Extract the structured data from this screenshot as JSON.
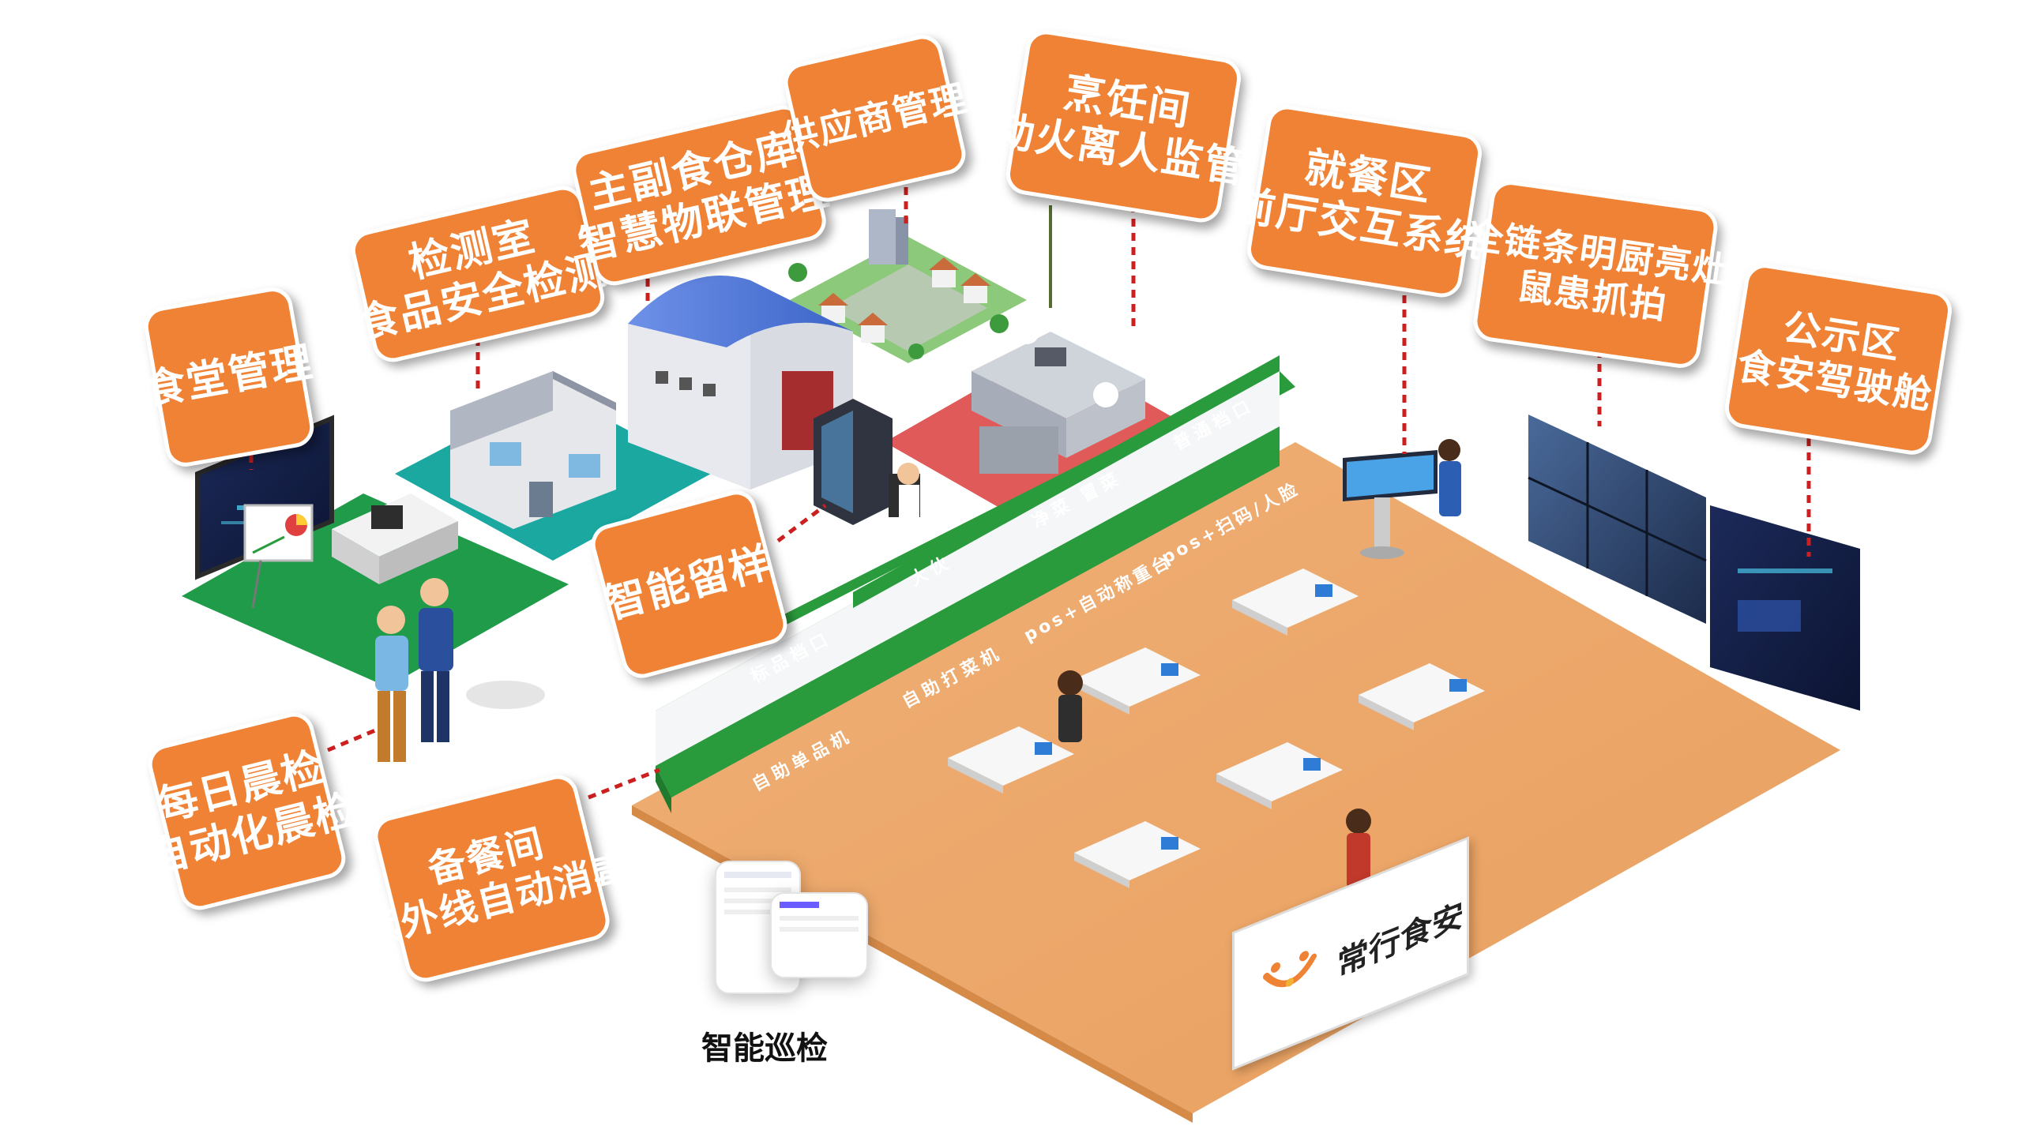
{
  "callouts": {
    "canteen_mgmt": {
      "lines": [
        "食堂管理"
      ]
    },
    "lab": {
      "lines": [
        "检测室",
        "食品安全检测"
      ]
    },
    "warehouse": {
      "lines": [
        "主副食仓库",
        "智慧物联管理"
      ]
    },
    "supplier": {
      "lines": [
        "供应商管理"
      ]
    },
    "cooking": {
      "lines": [
        "烹饪间",
        "动火离人监管"
      ]
    },
    "dining": {
      "lines": [
        "就餐区",
        "前厅交互系统"
      ]
    },
    "kitchen": {
      "lines": [
        "全链条明厨亮灶",
        "鼠患抓拍"
      ]
    },
    "public": {
      "lines": [
        "公示区",
        "食安驾驶舱"
      ]
    },
    "sample": {
      "lines": [
        "智能留样"
      ]
    },
    "morning": {
      "lines": [
        "每日晨检",
        "自动化晨检"
      ]
    },
    "prep": {
      "lines": [
        "备餐间",
        "紫外线自动消毒"
      ]
    }
  },
  "counter_labels": {
    "top1": "标品档口",
    "top2": "大伙",
    "top3": "净菜 冒菜",
    "top4": "普通档口",
    "front1": "自助单品机",
    "front2": "自助打菜机",
    "front3": "pos+自动称重台",
    "front4": "pos+扫码/人脸"
  },
  "brand": {
    "name": "常行食安"
  },
  "bottom": {
    "label": "智能巡检"
  },
  "colors": {
    "callout": "#f08235",
    "floor": "#eba766",
    "green_zone": "#1f9b4a",
    "teal_zone": "#1aa8a1",
    "red_zone": "#e15a5a",
    "counter_green": "#2a9b3c",
    "connector": "#cc1f1f"
  }
}
